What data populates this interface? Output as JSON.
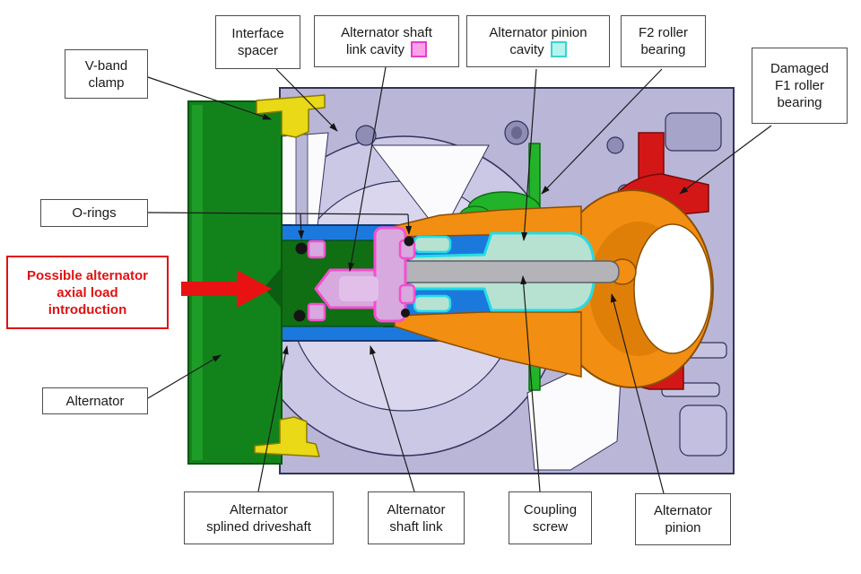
{
  "figure": {
    "type": "engineering-cross-section",
    "subject": "Alternator / gearbox interface cross-section with callouts"
  },
  "labels": {
    "v_band_clamp": {
      "text": "V-band\nclamp"
    },
    "interface_spacer": {
      "text": "Interface\nspacer"
    },
    "shaft_link_cavity": {
      "text": "Alternator shaft\nlink cavity",
      "swatch_fill": "#fba1e8",
      "swatch_border": "#ea3bc8"
    },
    "pinion_cavity": {
      "text": "Alternator pinion\ncavity",
      "swatch_fill": "#b5f4ee",
      "swatch_border": "#3ad2d2"
    },
    "f2_bearing": {
      "text": "F2 roller\nbearing"
    },
    "f1_bearing": {
      "text": "Damaged\nF1 roller\nbearing"
    },
    "o_rings": {
      "text": "O-rings"
    },
    "axial_load": {
      "text": "Possible alternator\naxial load\nintroduction",
      "accent": "#e01212"
    },
    "alternator": {
      "text": "Alternator"
    },
    "splined_driveshaft": {
      "text": "Alternator\nsplined driveshaft"
    },
    "shaft_link": {
      "text": "Alternator\nshaft link"
    },
    "coupling_screw": {
      "text": "Coupling\nscrew"
    },
    "alternator_pinion": {
      "text": "Alternator\npinion"
    }
  },
  "colors": {
    "alternator_green": "#12831b",
    "inner_shaft_green": "#0f6f12",
    "clamp_yellow": "#e9d916",
    "housing_lavender": "#b9b6d8",
    "housing_light": "#cbc8e6",
    "housing_lighter": "#d9d6ee",
    "driveshaft_blue": "#1b79dd",
    "shaft_link_pink": "#d7a9de",
    "shaft_link_outline": "#f44fd0",
    "cavity_fill": "#b7e2d2",
    "cavity_outline": "#23dce6",
    "pinion_orange": "#f28e11",
    "f1_red": "#d31717",
    "f2_green": "#22b32a",
    "screw_gray": "#b3b3b8",
    "arrow_red": "#e81212"
  }
}
